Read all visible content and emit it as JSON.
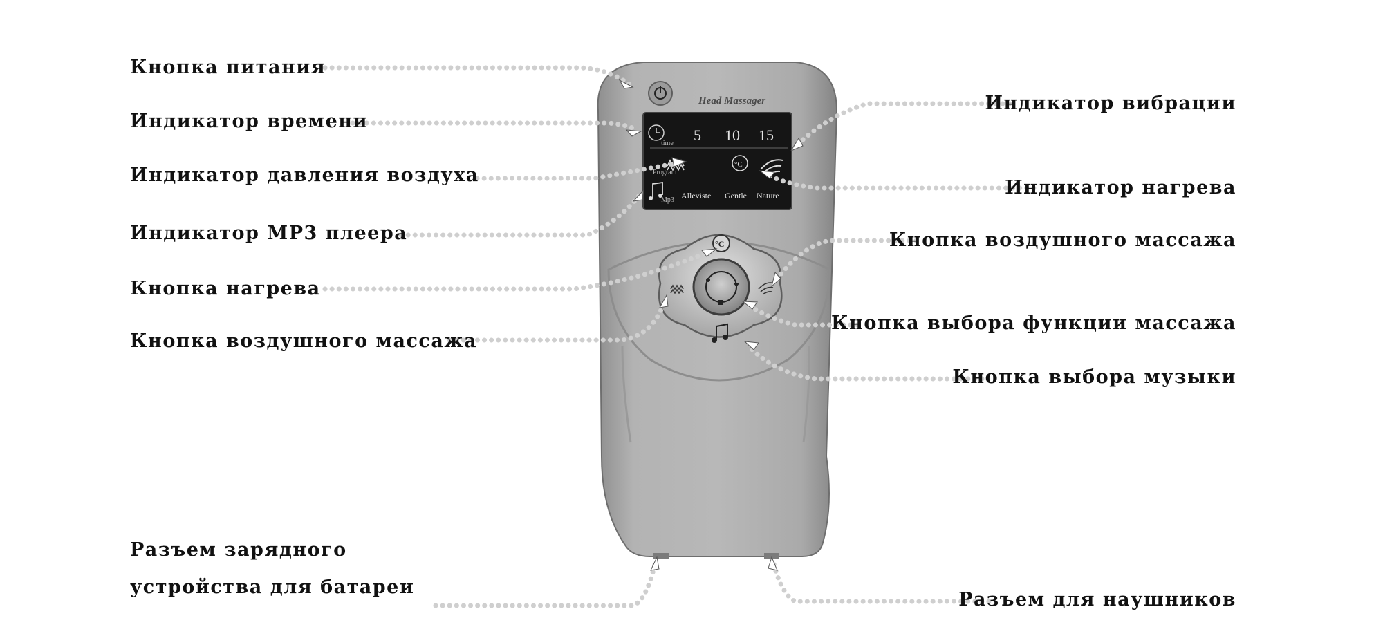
{
  "device": {
    "brand": "Head Massager",
    "screen": {
      "time_caption": "time",
      "program_caption": "Program",
      "mp3_caption": "Mp3",
      "time_values": [
        "5",
        "10",
        "15"
      ],
      "modes": [
        "Alleviste",
        "Gentle",
        "Nature"
      ],
      "heat_symbol": "°C"
    }
  },
  "labels": {
    "power_button": "Кнопка питания",
    "time_indicator": "Индикатор времени",
    "air_pressure_indicator": "Индикатор давления воздуха",
    "mp3_indicator": "Индикатор MP3 плеера",
    "heat_button": "Кнопка нагрева",
    "air_massage_button_left": "Кнопка воздушного массажа",
    "charger_line1": "Разъем зарядного",
    "charger_line2": "устройства для батареи",
    "vibration_indicator": "Индикатор вибрации",
    "heat_indicator": "Индикатор нагрева",
    "air_massage_button_right": "Кнопка воздушного массажа",
    "massage_function_button": "Кнопка выбора функции массажа",
    "music_button": "Кнопка выбора музыки",
    "headphone_jack": "Разъем для наушников"
  },
  "colors": {
    "body": "#a8a8a8",
    "screen": "#151515",
    "leader_dots": "#e8e8e8"
  }
}
